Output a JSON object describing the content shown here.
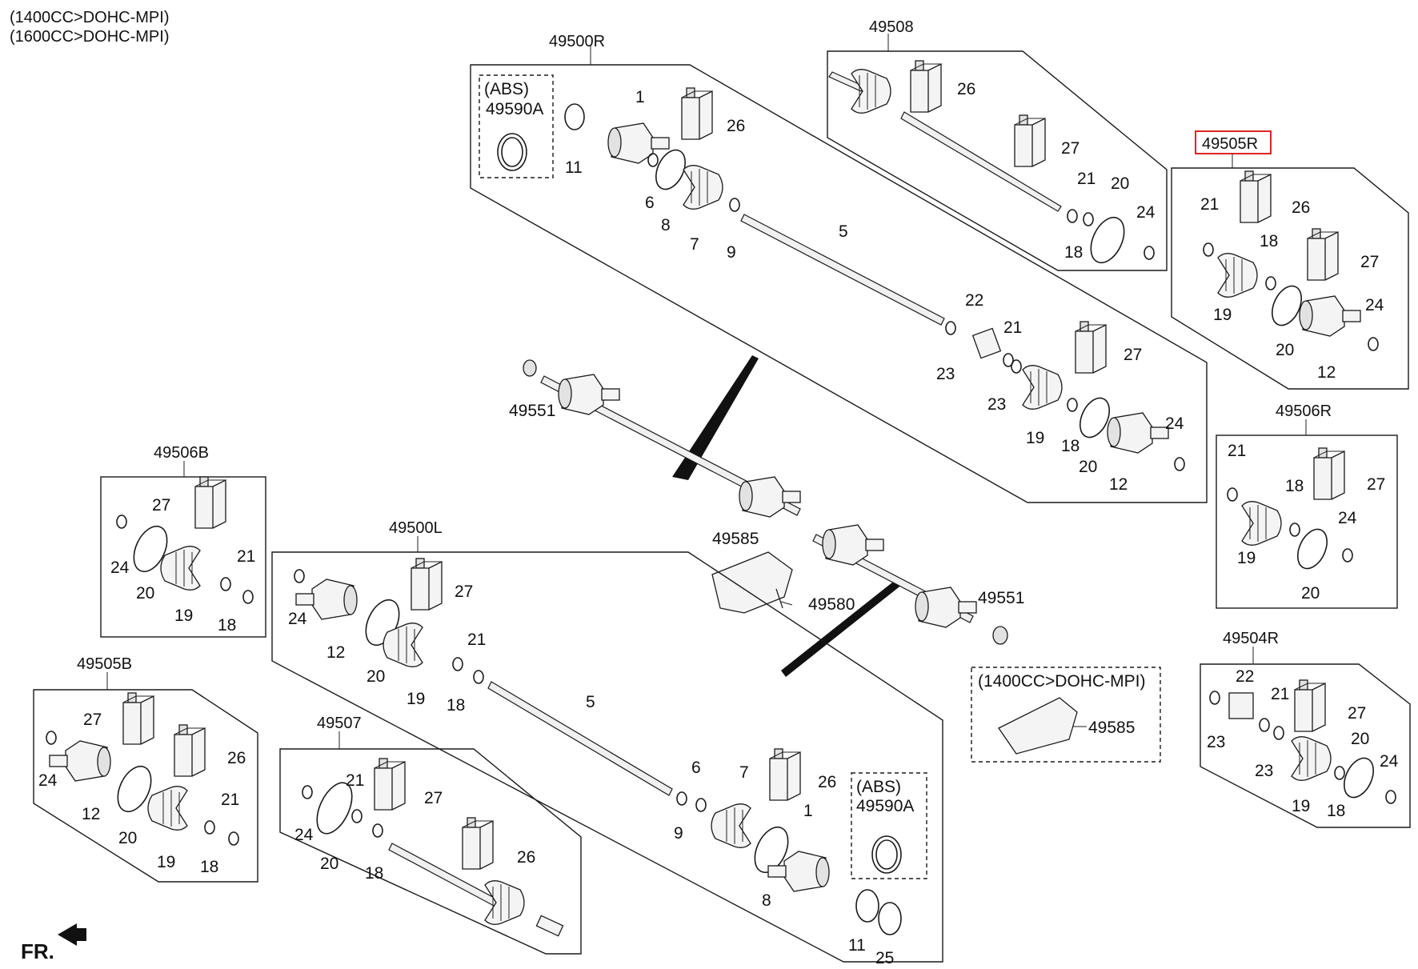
{
  "header": {
    "engine_line_1": "(1400CC>DOHC-MPI)",
    "engine_line_2": "(1600CC>DOHC-MPI)"
  },
  "orientation": {
    "label": "FR."
  },
  "groups": {
    "front_right_shaft": "49500R",
    "rear_right_shaft": "49508",
    "boot_kit_right": "49505R",
    "boot_kit_right_small": "49506R",
    "boot_kit_right_inner": "49504R",
    "front_left_shaft": "49500L",
    "boot_kit_b": "49506B",
    "boot_kit_b2": "49505B",
    "rear_left_shaft": "49507",
    "selected": "49505R"
  },
  "abs_right": {
    "label": "(ABS)",
    "part": "49590A"
  },
  "abs_left": {
    "label": "(ABS)",
    "part": "49590A"
  },
  "bracket_inset": {
    "label": "(1400CC>DOHC-MPI)",
    "part": "49585"
  },
  "parts": {
    "nut_upper": "49551",
    "nut_lower": "49551",
    "bracket": "49585",
    "bolt": "49580"
  },
  "callouts": {
    "r": [
      "1",
      "26",
      "11",
      "6",
      "8",
      "7",
      "9",
      "5",
      "22",
      "21",
      "23",
      "27",
      "23",
      "19",
      "18",
      "20",
      "24",
      "12"
    ],
    "r508": [
      "26",
      "27",
      "21",
      "20",
      "24",
      "18"
    ],
    "r505": [
      "21",
      "26",
      "18",
      "27",
      "19",
      "24",
      "20",
      "12"
    ],
    "r506": [
      "21",
      "18",
      "27",
      "24",
      "19",
      "20"
    ],
    "r504": [
      "22",
      "21",
      "27",
      "23",
      "23",
      "20",
      "24",
      "19",
      "18"
    ],
    "b506": [
      "27",
      "24",
      "20",
      "19",
      "21",
      "18"
    ],
    "l": [
      "27",
      "24",
      "12",
      "20",
      "19",
      "21",
      "18",
      "5",
      "6",
      "7",
      "26",
      "9",
      "1",
      "8",
      "11",
      "25"
    ],
    "b505": [
      "27",
      "26",
      "24",
      "12",
      "20",
      "19",
      "21",
      "18"
    ],
    "l507": [
      "21",
      "27",
      "24",
      "20",
      "18",
      "26"
    ]
  }
}
